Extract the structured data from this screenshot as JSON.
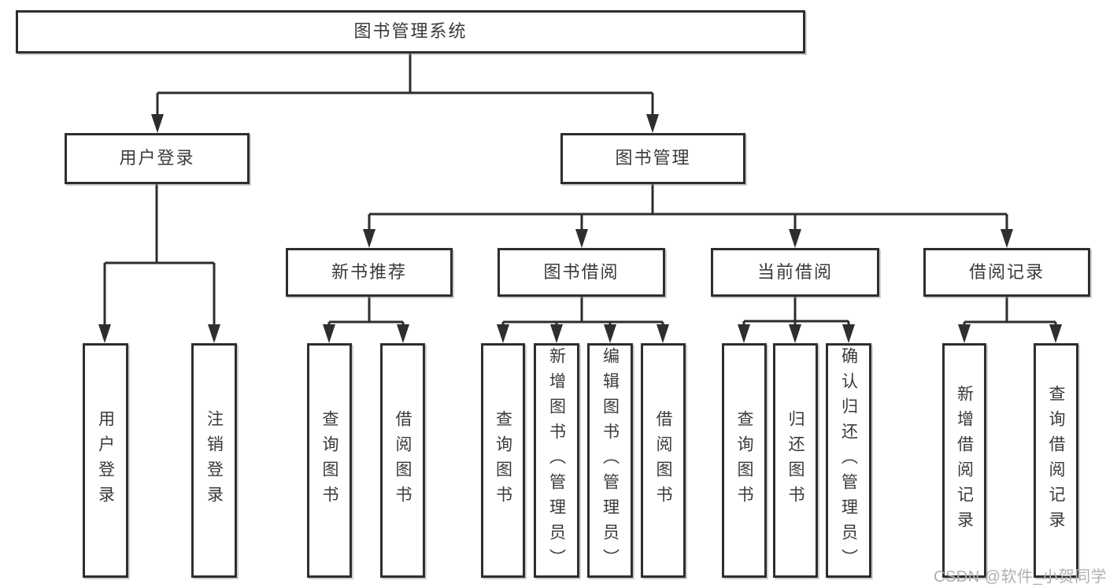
{
  "colors": {
    "background": "#ffffff",
    "line": "#2e2e2e",
    "box_border": "#2e2e2e",
    "box_fill": "#ffffff",
    "text": "#3a3a3a",
    "watermark": "#b3aeae"
  },
  "nodes": {
    "root": "图书管理系统",
    "user_login": "用户登录",
    "book_mgmt": "图书管理",
    "new_book_rec": "新书推荐",
    "book_borrow": "图书借阅",
    "current_borrow": "当前借阅",
    "borrow_record": "借阅记录",
    "leaf_user_login": "用户登录",
    "leaf_logout": "注销登录",
    "leaf_query_book_newrec": "查询图书",
    "leaf_borrow_book_newrec": "借阅图书",
    "leaf_query_book_borrow": "查询图书",
    "leaf_add_book_admin": "新增图书（管理员）",
    "leaf_edit_book_admin": "编辑图书（管理员）",
    "leaf_borrow_book_borrow": "借阅图书",
    "leaf_query_book_current": "查询图书",
    "leaf_return_book": "归还图书",
    "leaf_confirm_return_admin": "确认归还（管理员）",
    "leaf_add_borrow_record": "新增借阅记录",
    "leaf_query_borrow_record": "查询借阅记录"
  },
  "hierarchy": {
    "图书管理系统": [
      "用户登录",
      "图书管理"
    ],
    "用户登录": [
      "用户登录",
      "注销登录"
    ],
    "图书管理": [
      "新书推荐",
      "图书借阅",
      "当前借阅",
      "借阅记录"
    ],
    "新书推荐": [
      "查询图书",
      "借阅图书"
    ],
    "图书借阅": [
      "查询图书",
      "新增图书（管理员）",
      "编辑图书（管理员）",
      "借阅图书"
    ],
    "当前借阅": [
      "查询图书",
      "归还图书",
      "确认归还（管理员）"
    ],
    "借阅记录": [
      "新增借阅记录",
      "查询借阅记录"
    ]
  },
  "watermark": "CSDN @软件_小贺同学"
}
